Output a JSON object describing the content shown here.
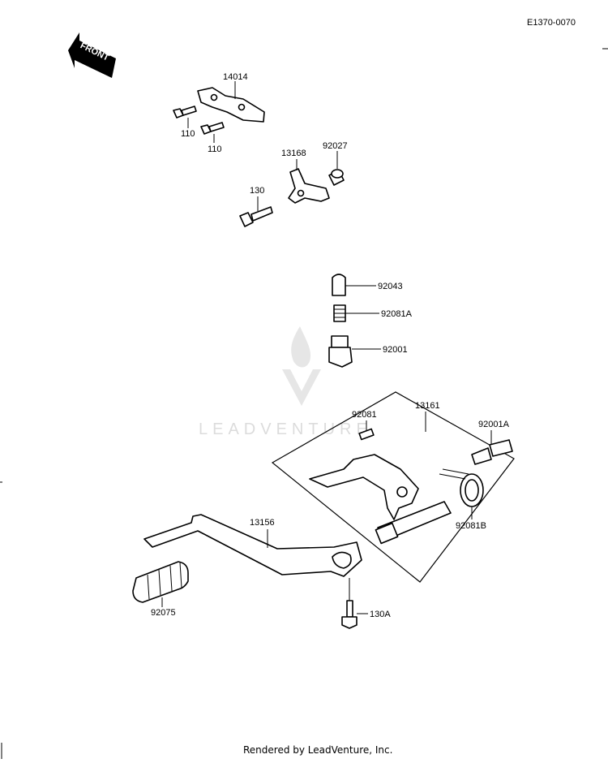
{
  "diagram": {
    "code": "E1370-0070",
    "front_label": "FRONT",
    "watermark": "LEADVENTURE",
    "footer": "Rendered by LeadVenture, Inc.",
    "parts": [
      {
        "id": "p14014",
        "label": "14014"
      },
      {
        "id": "p110a",
        "label": "110"
      },
      {
        "id": "p110b",
        "label": "110"
      },
      {
        "id": "p13168",
        "label": "13168"
      },
      {
        "id": "p92027",
        "label": "92027"
      },
      {
        "id": "p130",
        "label": "130"
      },
      {
        "id": "p92043",
        "label": "92043"
      },
      {
        "id": "p92081a",
        "label": "92081A"
      },
      {
        "id": "p92001",
        "label": "92001"
      },
      {
        "id": "p13161",
        "label": "13161"
      },
      {
        "id": "p92081",
        "label": "92081"
      },
      {
        "id": "p92001a",
        "label": "92001A"
      },
      {
        "id": "p92081b",
        "label": "92081B"
      },
      {
        "id": "p13156",
        "label": "13156"
      },
      {
        "id": "p92075",
        "label": "92075"
      },
      {
        "id": "p130a",
        "label": "130A"
      }
    ]
  }
}
